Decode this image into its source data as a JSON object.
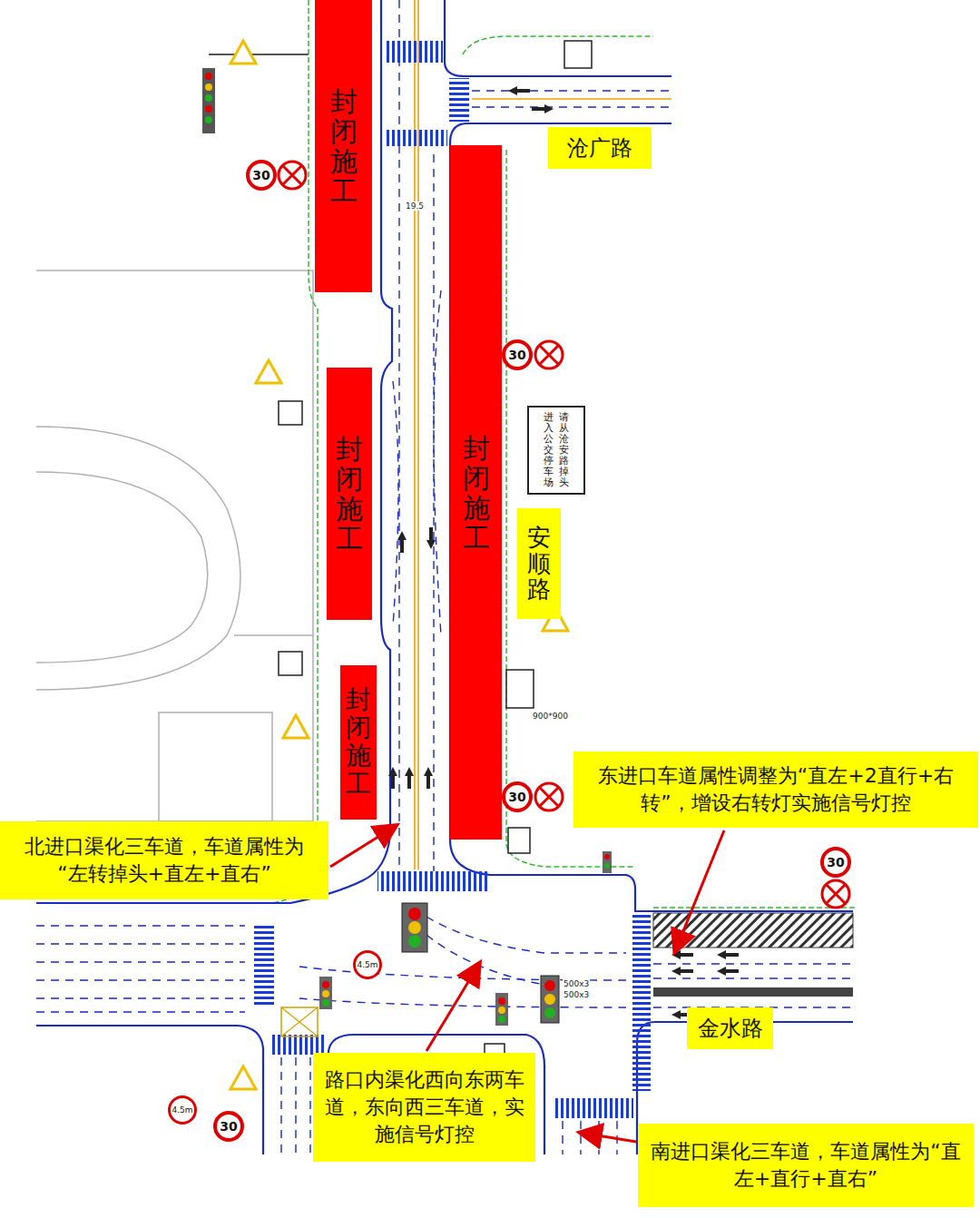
{
  "diagram": {
    "nodes": [
      {
        "text": [
          "封闭施工"
        ]
      },
      {
        "text": [
          "沧广路"
        ]
      },
      {
        "text": [
          "30"
        ]
      },
      {
        "text": [
          "30"
        ]
      },
      {
        "text": [
          "封闭施工"
        ]
      },
      {
        "text": [
          "进入公交停车场",
          "请从沧安路掉头"
        ]
      },
      {
        "text": [
          "封闭施工"
        ]
      },
      {
        "text": [
          "安顺路"
        ]
      },
      {
        "text": [
          "封闭施工"
        ]
      },
      {
        "text": [
          "30"
        ]
      },
      {
        "text": [
          "东进口车道属性调整为“直左+2直行+右转”，增设右转灯实施信号灯控"
        ]
      },
      {
        "text": [
          "北进口渠化三车道，车道属性为“左转掉头+直左+直右”"
        ]
      },
      {
        "text": [
          "30"
        ]
      },
      {
        "text": [
          "4.5m"
        ]
      },
      {
        "text": [
          "金水路"
        ]
      },
      {
        "text": [
          "路口内渠化西向东两车道，东向西三车道，实施信号灯控"
        ]
      },
      {
        "text": [
          "4.5m"
        ]
      },
      {
        "text": [
          "30"
        ]
      },
      {
        "text": [
          "南进口渠化三车道，车道属性为“直左+直行+直右”"
        ]
      }
    ],
    "labels": [
      "19.5",
      "900*900",
      "500x3",
      "500x3"
    ]
  }
}
